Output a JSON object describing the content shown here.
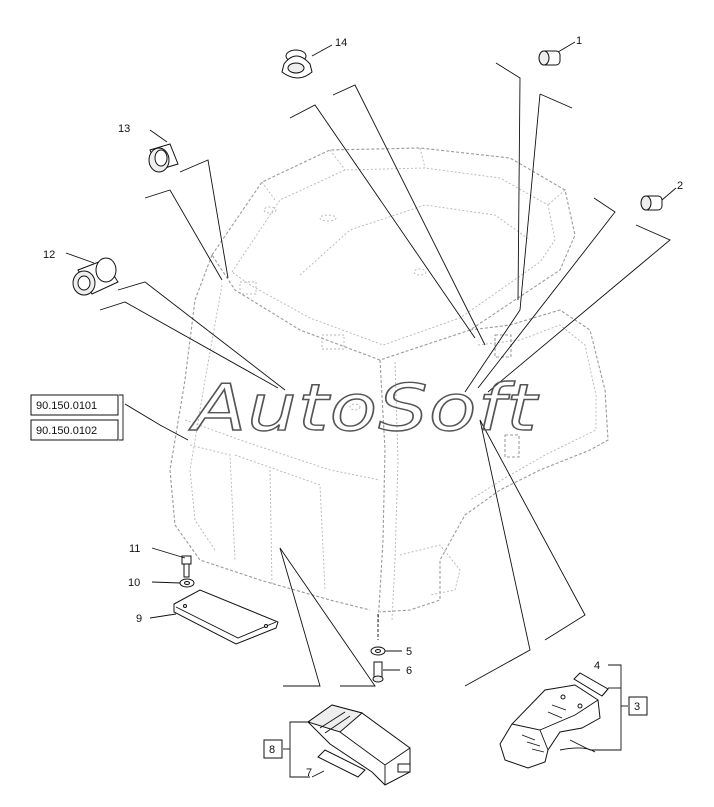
{
  "callouts": {
    "c1": "1",
    "c2": "2",
    "c3": "3",
    "c4": "4",
    "c5": "5",
    "c6": "6",
    "c7": "7",
    "c8": "8",
    "c9": "9",
    "c10": "10",
    "c11": "11",
    "c12": "12",
    "c13": "13",
    "c14": "14"
  },
  "references": [
    "90.150.0101",
    "90.150.0102"
  ],
  "watermark": "AutoSoft"
}
